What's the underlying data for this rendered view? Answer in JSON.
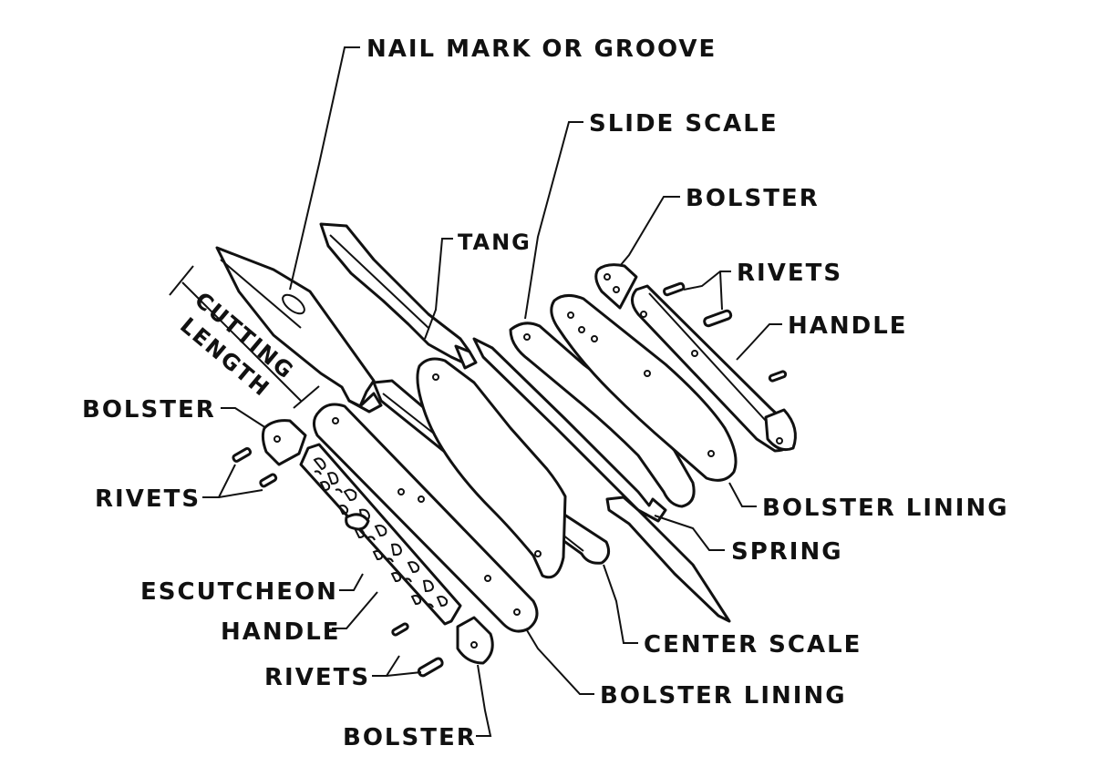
{
  "labels": {
    "nail_mark": "NAIL MARK OR GROOVE",
    "slide_scale": "SLIDE SCALE",
    "bolster_top": "BOLSTER",
    "tang": "TANG",
    "rivets_right": "RIVETS",
    "handle_right": "HANDLE",
    "cutting_length_1": "CUTTING",
    "cutting_length_2": "LENGTH",
    "bolster_left": "BOLSTER",
    "rivets_left": "RIVETS",
    "bolster_lining_right": "BOLSTER LINING",
    "spring": "SPRING",
    "escutcheon": "ESCUTCHEON",
    "handle_left": "HANDLE",
    "center_scale": "CENTER SCALE",
    "rivets_bottom": "RIVETS",
    "bolster_lining_bottom": "BOLSTER LINING",
    "bolster_bottom": "BOLSTER"
  },
  "colors": {
    "ink": "#111111",
    "paper": "#ffffff"
  }
}
